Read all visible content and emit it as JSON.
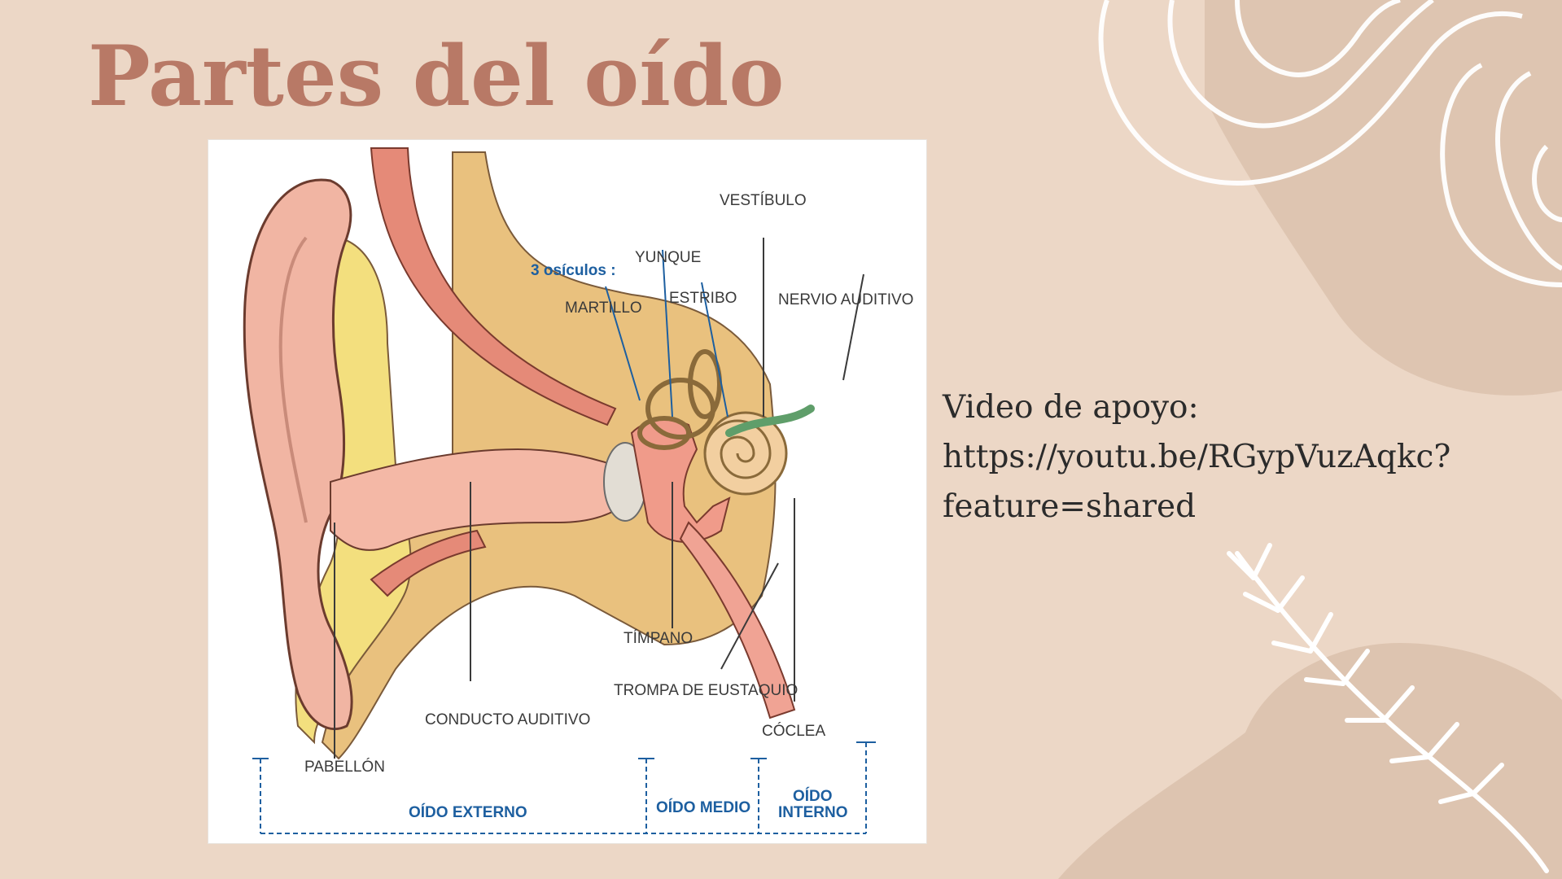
{
  "slide": {
    "title": "Partes del oído",
    "support": {
      "heading": "Video de apoyo:",
      "url_line1": "https://youtu.be/RGypVuzAqkc?",
      "url_line2": "feature=shared"
    }
  },
  "diagram": {
    "labels": {
      "vestibulo": "VESTÍBULO",
      "yunque": "YUNQUE",
      "osiculos": "3 osículos :",
      "martillo": "MARTILLO",
      "estribo": "ESTRIBO",
      "nervio": "NERVIO AUDITIVO",
      "timpano": "TÍMPANO",
      "trompa": "TROMPA DE EUSTAQUIO",
      "coclea": "CÓCLEA",
      "conducto": "CONDUCTO AUDITIVO",
      "pabellon": "PABELLÓN",
      "oido_externo": "OÍDO EXTERNO",
      "oido_medio": "OÍDO MEDIO",
      "oido_interno_1": "OÍDO",
      "oido_interno_2": "INTERNO"
    }
  },
  "colors": {
    "background": "#ecd7c6",
    "title": "#b87966",
    "label_blue": "#1d5fa0"
  }
}
